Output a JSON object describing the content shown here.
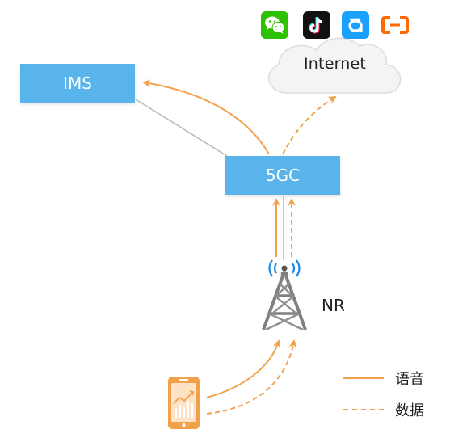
{
  "nodes": {
    "ims": "IMS",
    "core": "5GC",
    "internet": "Internet",
    "nr": "NR"
  },
  "app_icons": [
    "wechat-icon",
    "tiktok-icon",
    "alipay-icon",
    "aliyun-icon"
  ],
  "legend": {
    "voice": "语音",
    "data": "数据"
  },
  "colors": {
    "box": "#58b4ea",
    "arrow": "#f2a14b",
    "gray_line": "#bbbbbb",
    "tower": "#7f7f7f",
    "phone": "#f2a14b"
  }
}
